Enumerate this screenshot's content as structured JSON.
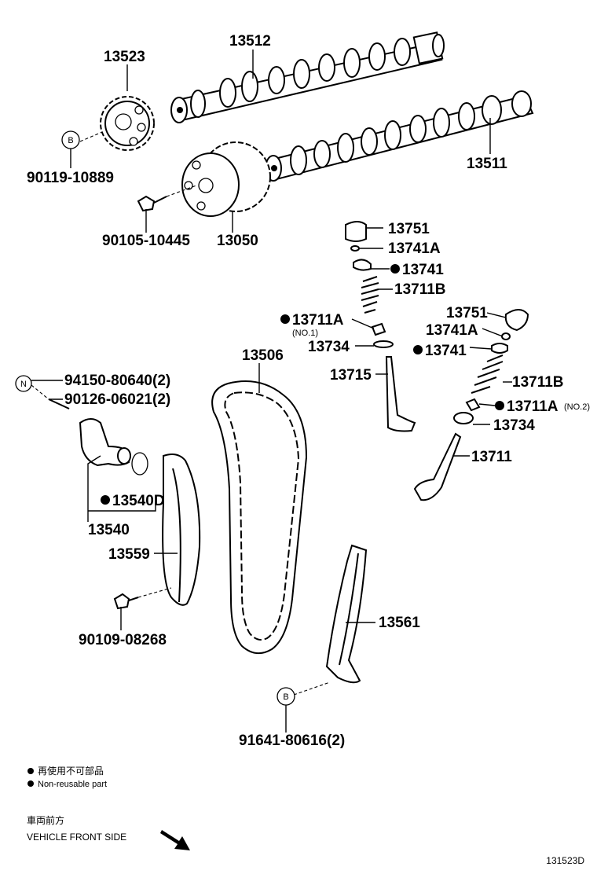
{
  "labels": {
    "camshaft_exhaust": "13512",
    "camshaft_intake": "13511",
    "cam_sprocket": "13523",
    "bolt_sprocket": "90119-10889",
    "vvt_gear": "13050",
    "bolt_vvt": "90105-10445",
    "lifter_a": "13751",
    "shim_a": "13741A",
    "retainer_a": "13741",
    "spring_a": "13711B",
    "seal_a": "13711A",
    "seal_a_sub": "(NO.1)",
    "seat_a": "13734",
    "valve_a": "13715",
    "lifter_b": "13751",
    "shim_b": "13741A",
    "retainer_b": "13741",
    "spring_b": "13711B",
    "seal_b": "13711A",
    "seal_b_sub": "(NO.2)",
    "seat_b": "13734",
    "valve_b": "13711",
    "chain": "13506",
    "o_ring": "94150-80640(2)",
    "stud": "90126-06021(2)",
    "tensioner_gasket": "13540D",
    "tensioner": "13540",
    "slipper": "13559",
    "bolt_slipper": "90109-08268",
    "damper": "13561",
    "bolt_damper": "91641-80616(2)"
  },
  "markers": {
    "b_marker": "B",
    "n_marker": "N"
  },
  "legend": {
    "jp": "再使用不可部品",
    "en": "Non-reusable part"
  },
  "front": {
    "jp": "車両前方",
    "en": "VEHICLE FRONT SIDE"
  },
  "figure_code": "131523D"
}
